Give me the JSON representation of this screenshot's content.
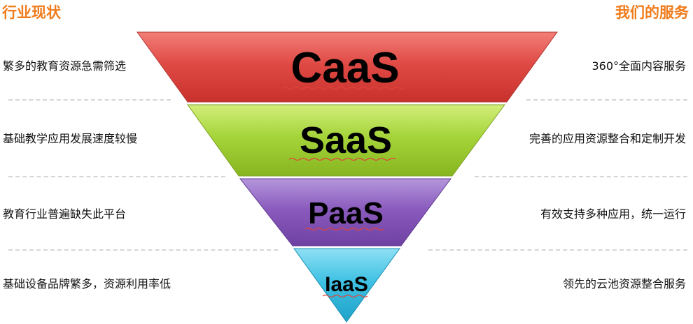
{
  "headings": {
    "left": "行业现状",
    "right": "我们的服务"
  },
  "rows": [
    {
      "layer": "CaaS",
      "problem": "繁多的教育资源急需筛选",
      "service": "360°全面内容服务",
      "color": "#e04a45"
    },
    {
      "layer": "SaaS",
      "problem": "基础教学应用发展速度较慢",
      "service": "完善的应用资源整合和定制开发",
      "color": "#9acd32"
    },
    {
      "layer": "PaaS",
      "problem": "教育行业普遍缺失此平台",
      "service": "有效支持多种应用，统一运行",
      "color": "#8a5bbd"
    },
    {
      "layer": "IaaS",
      "problem": "基础设备品牌繁多，资源利用率低",
      "service": "领先的云池资源整合服务",
      "color": "#3fc1e3"
    }
  ]
}
